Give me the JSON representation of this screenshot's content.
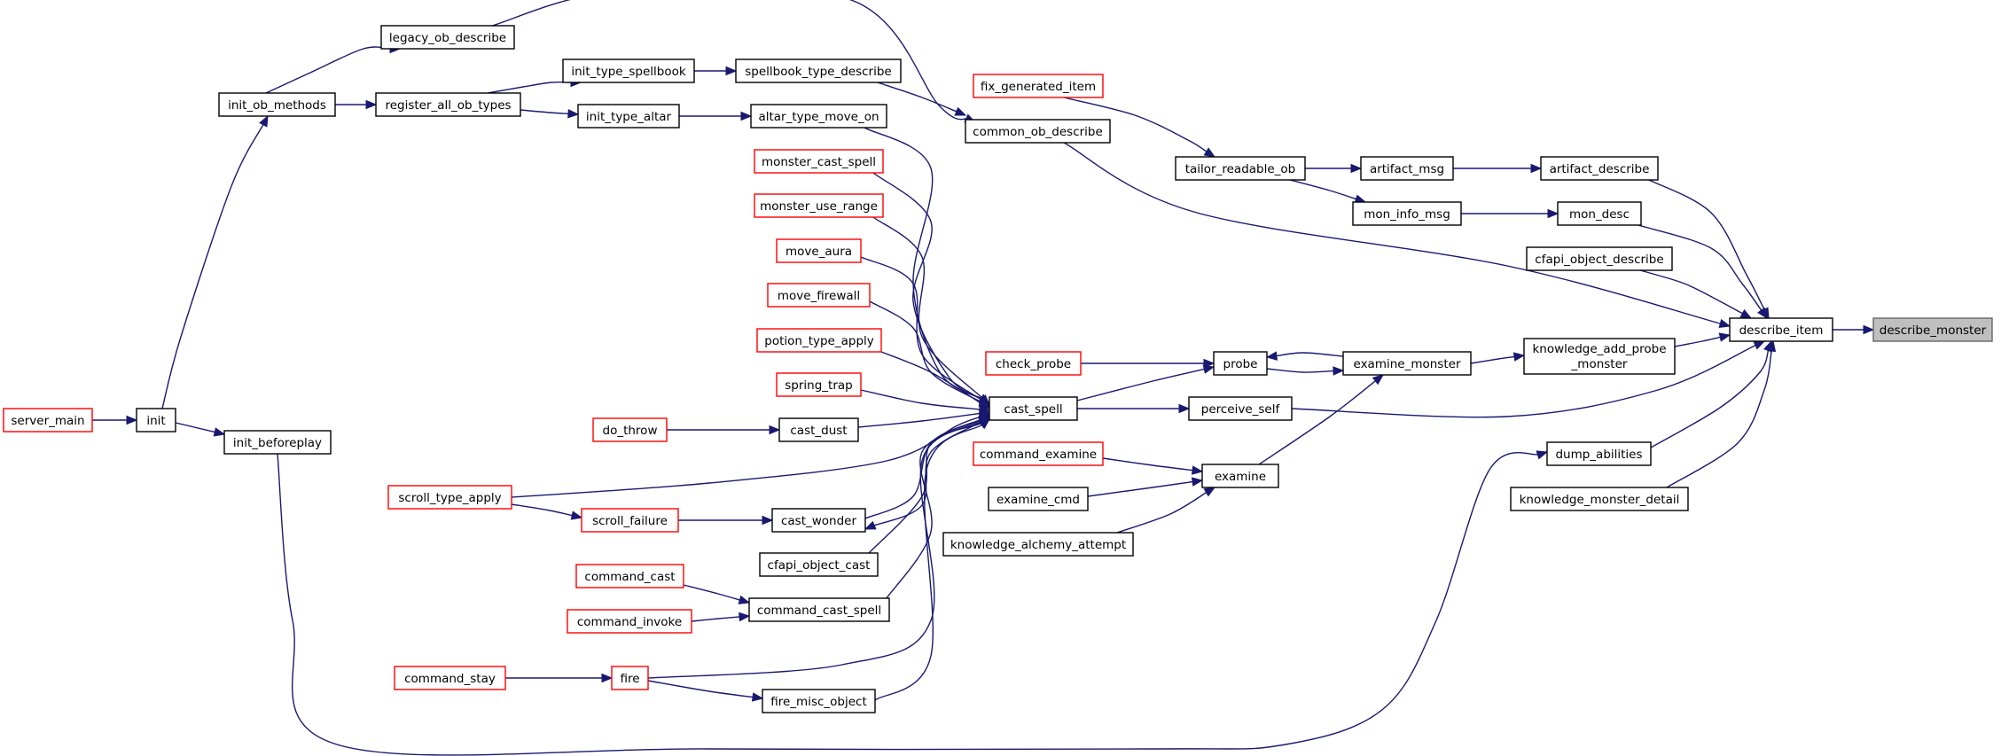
{
  "diagram": {
    "edge_color": "#191970",
    "node_border_black": "#000000",
    "node_border_red": "#ff0000",
    "current_node_fill": "#bfbfbf",
    "nodes": [
      {
        "id": "server_main",
        "label": "server_main",
        "border": "red"
      },
      {
        "id": "init",
        "label": "init",
        "border": "black"
      },
      {
        "id": "init_beforeplay",
        "label": "init_beforeplay",
        "border": "black"
      },
      {
        "id": "init_ob_methods",
        "label": "init_ob_methods",
        "border": "black"
      },
      {
        "id": "legacy_ob_describe",
        "label": "legacy_ob_describe",
        "border": "black"
      },
      {
        "id": "register_all_ob_types",
        "label": "register_all_ob_types",
        "border": "black"
      },
      {
        "id": "init_type_spellbook",
        "label": "init_type_spellbook",
        "border": "black"
      },
      {
        "id": "init_type_altar",
        "label": "init_type_altar",
        "border": "black"
      },
      {
        "id": "spellbook_type_describe",
        "label": "spellbook_type_describe",
        "border": "black"
      },
      {
        "id": "altar_type_move_on",
        "label": "altar_type_move_on",
        "border": "black"
      },
      {
        "id": "monster_cast_spell",
        "label": "monster_cast_spell",
        "border": "red"
      },
      {
        "id": "monster_use_range",
        "label": "monster_use_range",
        "border": "red"
      },
      {
        "id": "move_aura",
        "label": "move_aura",
        "border": "red"
      },
      {
        "id": "move_firewall",
        "label": "move_firewall",
        "border": "red"
      },
      {
        "id": "potion_type_apply",
        "label": "potion_type_apply",
        "border": "red"
      },
      {
        "id": "spring_trap",
        "label": "spring_trap",
        "border": "red"
      },
      {
        "id": "do_throw",
        "label": "do_throw",
        "border": "red"
      },
      {
        "id": "cast_dust",
        "label": "cast_dust",
        "border": "black"
      },
      {
        "id": "scroll_type_apply",
        "label": "scroll_type_apply",
        "border": "red"
      },
      {
        "id": "scroll_failure",
        "label": "scroll_failure",
        "border": "red"
      },
      {
        "id": "cast_wonder",
        "label": "cast_wonder",
        "border": "black"
      },
      {
        "id": "cfapi_object_cast",
        "label": "cfapi_object_cast",
        "border": "black"
      },
      {
        "id": "command_cast",
        "label": "command_cast",
        "border": "red"
      },
      {
        "id": "command_invoke",
        "label": "command_invoke",
        "border": "red"
      },
      {
        "id": "command_cast_spell",
        "label": "command_cast_spell",
        "border": "black"
      },
      {
        "id": "command_stay",
        "label": "command_stay",
        "border": "red"
      },
      {
        "id": "fire",
        "label": "fire",
        "border": "red"
      },
      {
        "id": "fire_misc_object",
        "label": "fire_misc_object",
        "border": "black"
      },
      {
        "id": "fix_generated_item",
        "label": "fix_generated_item",
        "border": "red"
      },
      {
        "id": "common_ob_describe",
        "label": "common_ob_describe",
        "border": "black"
      },
      {
        "id": "cast_spell",
        "label": "cast_spell",
        "border": "black"
      },
      {
        "id": "check_probe",
        "label": "check_probe",
        "border": "red"
      },
      {
        "id": "command_examine",
        "label": "command_examine",
        "border": "red"
      },
      {
        "id": "examine_cmd",
        "label": "examine_cmd",
        "border": "black"
      },
      {
        "id": "knowledge_alchemy_attempt",
        "label": "knowledge_alchemy_attempt",
        "border": "black"
      },
      {
        "id": "tailor_readable_ob",
        "label": "tailor_readable_ob",
        "border": "black"
      },
      {
        "id": "probe",
        "label": "probe",
        "border": "black"
      },
      {
        "id": "perceive_self",
        "label": "perceive_self",
        "border": "black"
      },
      {
        "id": "examine",
        "label": "examine",
        "border": "black"
      },
      {
        "id": "artifact_msg",
        "label": "artifact_msg",
        "border": "black"
      },
      {
        "id": "mon_info_msg",
        "label": "mon_info_msg",
        "border": "black"
      },
      {
        "id": "examine_monster",
        "label": "examine_monster",
        "border": "black"
      },
      {
        "id": "artifact_describe",
        "label": "artifact_describe",
        "border": "black"
      },
      {
        "id": "mon_desc",
        "label": "mon_desc",
        "border": "black"
      },
      {
        "id": "cfapi_object_describe",
        "label": "cfapi_object_describe",
        "border": "black"
      },
      {
        "id": "knowledge_add_probe_monster",
        "label": "knowledge_add_probe",
        "label2": "_monster",
        "border": "black"
      },
      {
        "id": "dump_abilities",
        "label": "dump_abilities",
        "border": "black"
      },
      {
        "id": "knowledge_monster_detail",
        "label": "knowledge_monster_detail",
        "border": "black"
      },
      {
        "id": "describe_item",
        "label": "describe_item",
        "border": "black"
      },
      {
        "id": "describe_monster",
        "label": "describe_monster",
        "border": "gray",
        "current": true
      }
    ],
    "edges": [
      {
        "from": "server_main",
        "to": "init"
      },
      {
        "from": "init",
        "to": "init_ob_methods"
      },
      {
        "from": "init",
        "to": "init_beforeplay"
      },
      {
        "from": "init_ob_methods",
        "to": "legacy_ob_describe"
      },
      {
        "from": "init_ob_methods",
        "to": "register_all_ob_types"
      },
      {
        "from": "register_all_ob_types",
        "to": "init_type_spellbook"
      },
      {
        "from": "register_all_ob_types",
        "to": "init_type_altar"
      },
      {
        "from": "init_type_spellbook",
        "to": "spellbook_type_describe"
      },
      {
        "from": "init_type_altar",
        "to": "altar_type_move_on"
      },
      {
        "from": "legacy_ob_describe",
        "to": "common_ob_describe"
      },
      {
        "from": "spellbook_type_describe",
        "to": "common_ob_describe"
      },
      {
        "from": "fix_generated_item",
        "to": "tailor_readable_ob"
      },
      {
        "from": "common_ob_describe",
        "to": "describe_item"
      },
      {
        "from": "tailor_readable_ob",
        "to": "artifact_msg"
      },
      {
        "from": "tailor_readable_ob",
        "to": "mon_info_msg"
      },
      {
        "from": "artifact_msg",
        "to": "artifact_describe"
      },
      {
        "from": "mon_info_msg",
        "to": "mon_desc"
      },
      {
        "from": "artifact_describe",
        "to": "describe_item"
      },
      {
        "from": "mon_desc",
        "to": "describe_item"
      },
      {
        "from": "cfapi_object_describe",
        "to": "describe_item"
      },
      {
        "from": "knowledge_add_probe_monster",
        "to": "describe_item"
      },
      {
        "from": "dump_abilities",
        "to": "describe_item"
      },
      {
        "from": "knowledge_monster_detail",
        "to": "describe_item"
      },
      {
        "from": "perceive_self",
        "to": "describe_item"
      },
      {
        "from": "describe_item",
        "to": "describe_monster"
      },
      {
        "from": "altar_type_move_on",
        "to": "cast_spell"
      },
      {
        "from": "monster_cast_spell",
        "to": "cast_spell"
      },
      {
        "from": "monster_use_range",
        "to": "cast_spell"
      },
      {
        "from": "move_aura",
        "to": "cast_spell"
      },
      {
        "from": "move_firewall",
        "to": "cast_spell"
      },
      {
        "from": "potion_type_apply",
        "to": "cast_spell"
      },
      {
        "from": "spring_trap",
        "to": "cast_spell"
      },
      {
        "from": "cast_dust",
        "to": "cast_spell"
      },
      {
        "from": "scroll_type_apply",
        "to": "cast_spell"
      },
      {
        "from": "cast_wonder",
        "to": "cast_spell"
      },
      {
        "from": "cast_spell",
        "to": "cast_wonder"
      },
      {
        "from": "cfapi_object_cast",
        "to": "cast_spell"
      },
      {
        "from": "command_cast_spell",
        "to": "cast_spell"
      },
      {
        "from": "fire",
        "to": "cast_spell"
      },
      {
        "from": "fire_misc_object",
        "to": "cast_spell"
      },
      {
        "from": "do_throw",
        "to": "cast_dust"
      },
      {
        "from": "scroll_type_apply",
        "to": "scroll_failure"
      },
      {
        "from": "scroll_failure",
        "to": "cast_wonder"
      },
      {
        "from": "command_cast",
        "to": "command_cast_spell"
      },
      {
        "from": "command_invoke",
        "to": "command_cast_spell"
      },
      {
        "from": "command_stay",
        "to": "fire"
      },
      {
        "from": "fire",
        "to": "fire_misc_object"
      },
      {
        "from": "cast_spell",
        "to": "probe"
      },
      {
        "from": "cast_spell",
        "to": "perceive_self"
      },
      {
        "from": "check_probe",
        "to": "probe"
      },
      {
        "from": "probe",
        "to": "examine_monster"
      },
      {
        "from": "examine_monster",
        "to": "probe"
      },
      {
        "from": "examine",
        "to": "examine_monster"
      },
      {
        "from": "command_examine",
        "to": "examine"
      },
      {
        "from": "examine_cmd",
        "to": "examine"
      },
      {
        "from": "knowledge_alchemy_attempt",
        "to": "examine"
      },
      {
        "from": "examine_monster",
        "to": "knowledge_add_probe_monster"
      },
      {
        "from": "init_beforeplay",
        "to": "dump_abilities"
      }
    ]
  }
}
